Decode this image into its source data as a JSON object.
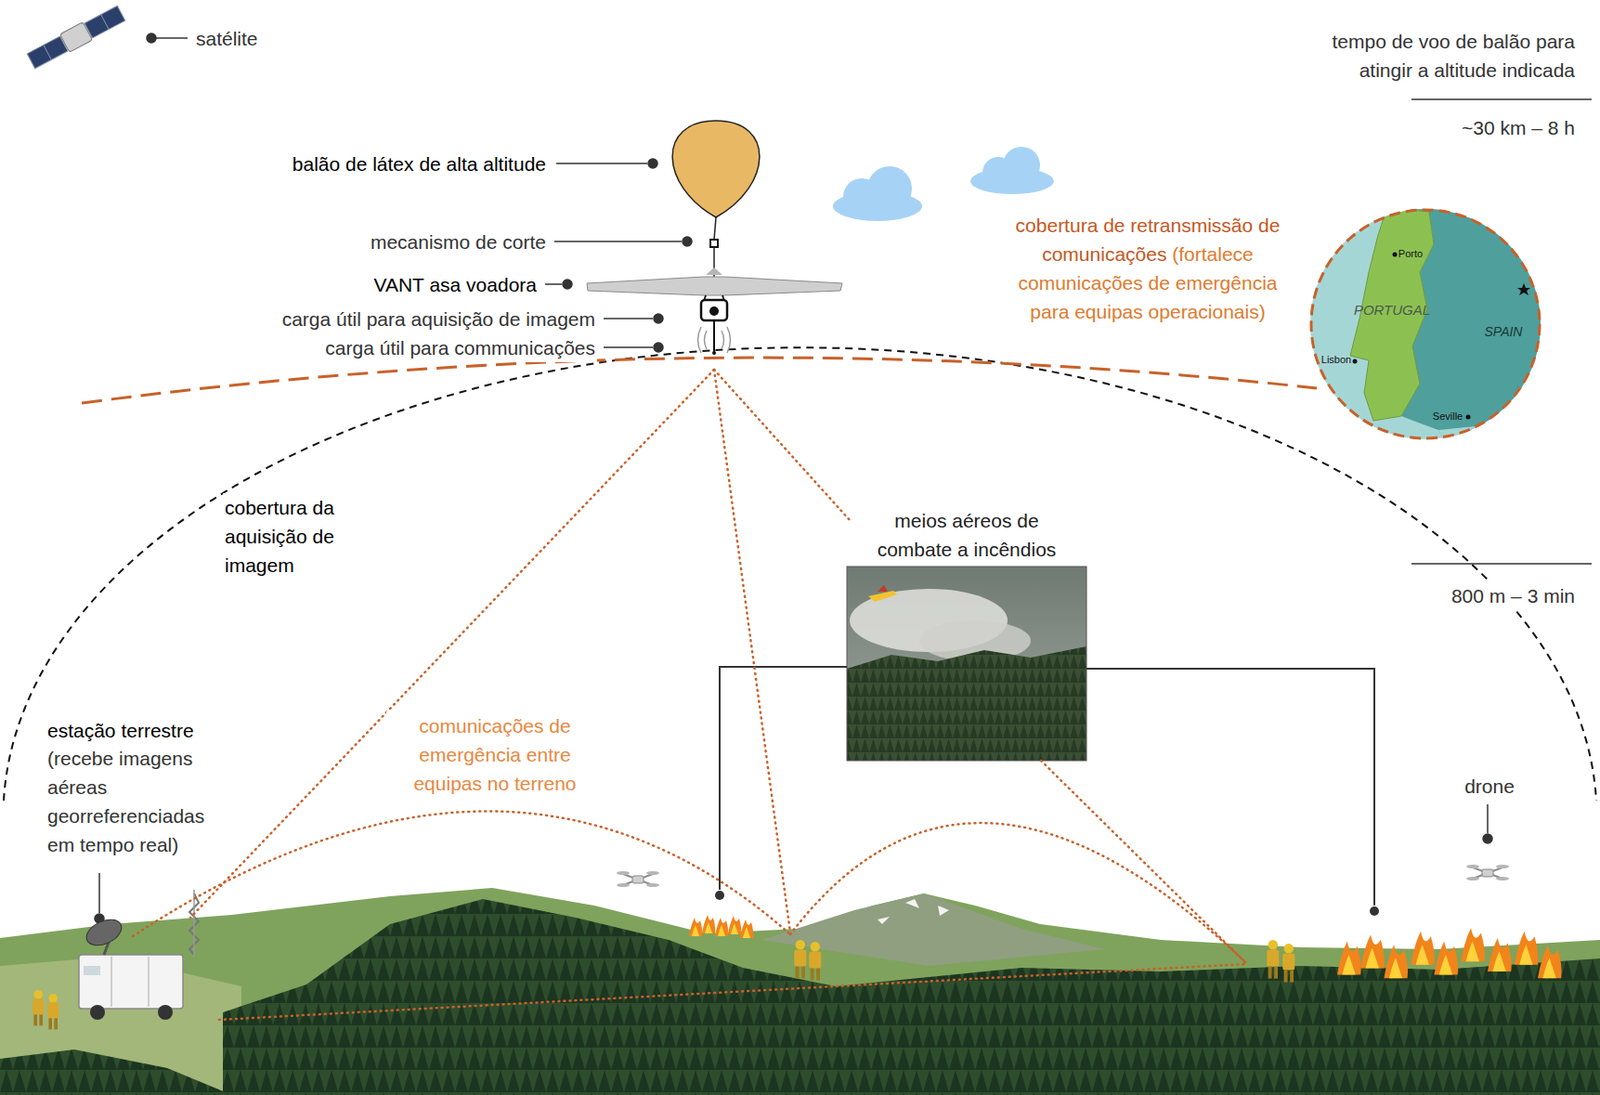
{
  "diagram": {
    "nodes": [
      {
        "text": [
          "Porto",
          "PORTUGAL",
          "Lisbon",
          "SPAIN",
          "Seville"
        ]
      },
      {
        "text": [
          "meios aéreos de combate a incêndios"
        ]
      }
    ],
    "labels": [
      "satélite",
      "tempo de voo de balão para atingir a altitude indicada",
      "~30 km – 8 h",
      "balão de látex de alta altitude",
      "mecanismo de corte",
      "VANT asa voadora",
      "carga útil para aquisição de imagem",
      "carga útil para communicações",
      "cobertura de retransmissão de comunicações",
      "(fortalece comunicações de emergência para equipas operacionais)",
      "cobertura da aquisição de imagem",
      "800 m – 3 min",
      "comunicações de emergência entre equipas no terreno",
      "estação terrestre",
      "(recebe imagens aéreas georreferenciadas em tempo real)",
      "drone"
    ]
  }
}
